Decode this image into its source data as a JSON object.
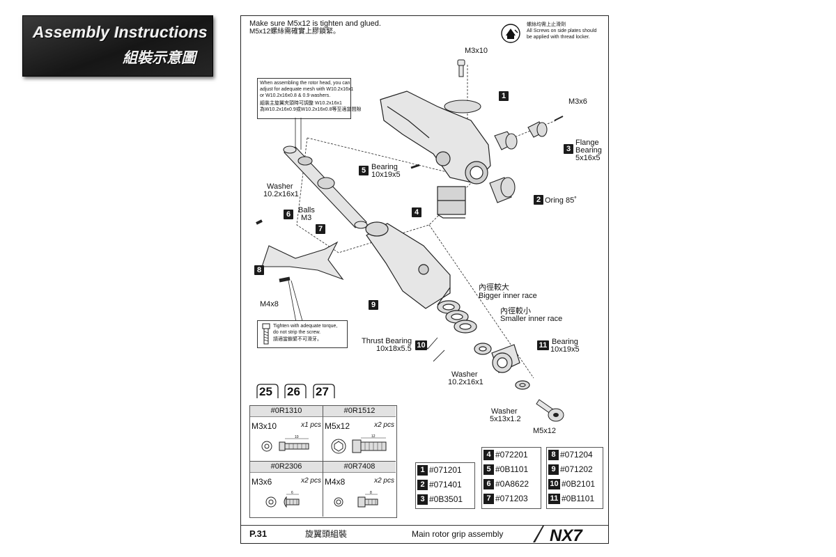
{
  "banner": {
    "title_en": "Assembly Instructions",
    "title_zh": "組裝示意圖"
  },
  "top_note": {
    "line_en": "Make sure M5x12 is tighten and glued.",
    "line_zh": "M5x12螺絲需確實上膠鎖緊。"
  },
  "threadlocker": {
    "zh": "螺絲均需上止滑劑",
    "line1": "All Screws on side plates should",
    "line2": "be applied with thread locker."
  },
  "mesh_note": {
    "line1": "When assembling the rotor head, you can",
    "line2": "adjust for adequate mesh with W10.2x16x1",
    "line3": "or W10.2x16x0.8 & 0.9 washers.",
    "zh1": "組裝主旋翼夾頭時可調整 W10.2x16x1",
    "zh2": "為W10.2x16x0.9或W10.2x16x0.8等至適當間隙"
  },
  "torque_note": {
    "line1": "Tighten with adequate torque,",
    "line2": "do not strip the screw.",
    "zh": "請適當鎖緊不可滑牙。"
  },
  "labels": {
    "m3x10": "M3x10",
    "m3x6": "M3x6",
    "flange1": "Flange",
    "flange2": "Bearing",
    "flange3": "5x16x5",
    "bearing_a1": "Bearing",
    "bearing_a2": "10x19x5",
    "washer_a1": "Washer",
    "washer_a2": "10.2x16x1",
    "oring": "Oring 85˚",
    "balls1": "Balls",
    "balls2": "M3",
    "m4x8": "M4x8",
    "bigger_zh": "內徑較大",
    "bigger_en": "Bigger inner race",
    "smaller_zh": "內徑較小",
    "smaller_en": "Smaller inner race",
    "thrust1": "Thrust Bearing",
    "thrust2": "10x18x5.5",
    "bearing_b1": "Bearing",
    "bearing_b2": "10x19x5",
    "washer_b1": "Washer",
    "washer_b2": "10.2x16x1",
    "washer_c1": "Washer",
    "washer_c2": "5x13x1.2",
    "m5x12": "M5x12"
  },
  "badges": [
    "1",
    "2",
    "3",
    "4",
    "5",
    "6",
    "7",
    "8",
    "9",
    "10",
    "11"
  ],
  "tabs": [
    "25",
    "26",
    "27"
  ],
  "parts_table": [
    {
      "code": "#0R1310",
      "size": "M3x10",
      "qty": "x1 pcs",
      "dim": "10"
    },
    {
      "code": "#0R1512",
      "size": "M5x12",
      "qty": "x2 pcs",
      "dim": "12"
    },
    {
      "code": "#0R2306",
      "size": "M3x6",
      "qty": "x2 pcs",
      "dim": "6"
    },
    {
      "code": "#0R7408",
      "size": "M4x8",
      "qty": "x2 pcs",
      "dim": "8"
    }
  ],
  "part_numbers": [
    {
      "num": "1",
      "code": "#071201"
    },
    {
      "num": "2",
      "code": "#071401"
    },
    {
      "num": "3",
      "code": "#0B3501"
    },
    {
      "num": "4",
      "code": "#072201"
    },
    {
      "num": "5",
      "code": "#0B1101"
    },
    {
      "num": "6",
      "code": "#0A8622"
    },
    {
      "num": "7",
      "code": "#071203"
    },
    {
      "num": "8",
      "code": "#071204"
    },
    {
      "num": "9",
      "code": "#071202"
    },
    {
      "num": "10",
      "code": "#0B2101"
    },
    {
      "num": "11",
      "code": "#0B1101"
    }
  ],
  "footer": {
    "page": "P.31",
    "title_zh": "旋翼頭組裝",
    "title_en": "Main rotor grip assembly",
    "logo": "NX7"
  }
}
